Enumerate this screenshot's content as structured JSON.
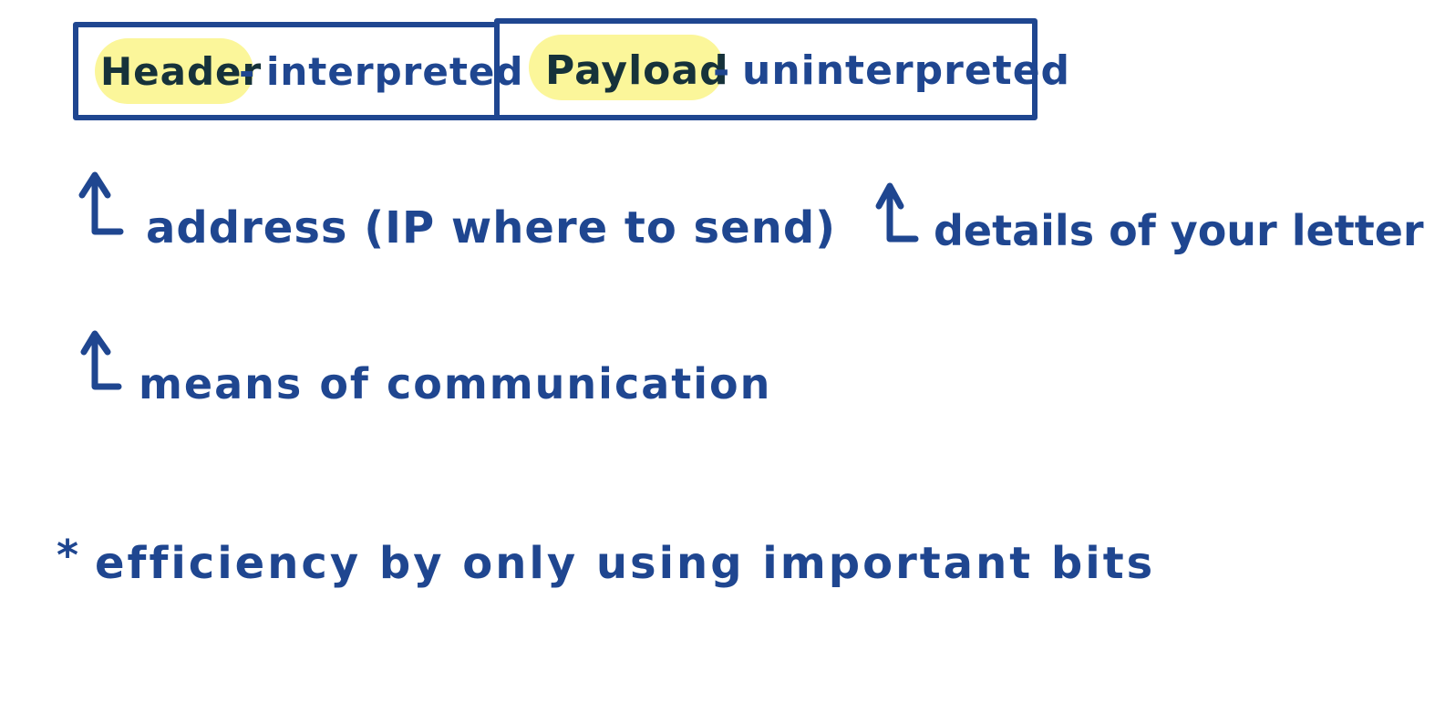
{
  "header": {
    "label": "Header",
    "dash": "-",
    "desc": "interpreted"
  },
  "payload": {
    "label": "Payload",
    "dash": "-",
    "desc": "uninterpreted"
  },
  "notes": {
    "address": "address (IP where to send)",
    "details": "details of your letter",
    "means": "means of communication",
    "efficiency_star": "*",
    "efficiency": "efficiency by only using important bits"
  },
  "colors": {
    "ink": "#1f4690",
    "dark_ink": "#16323a",
    "highlight": "#fbf69a"
  }
}
